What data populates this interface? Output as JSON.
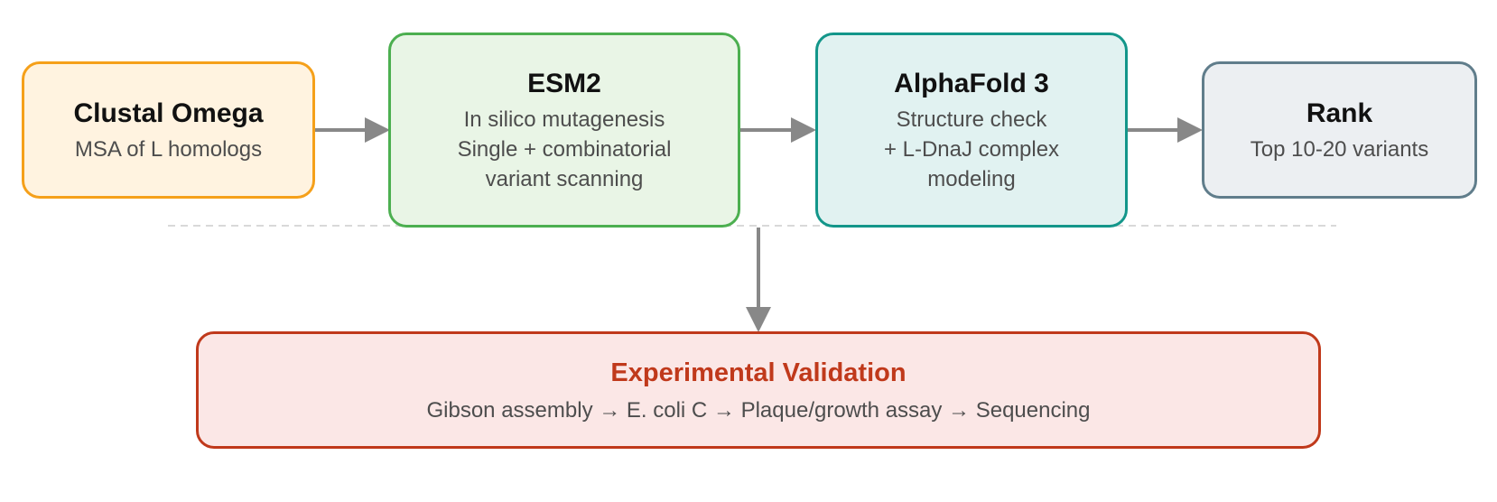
{
  "steps": [
    {
      "title": "Clustal Omega",
      "lines": [
        "MSA of L homologs"
      ]
    },
    {
      "title": "ESM2",
      "lines": [
        "In silico mutagenesis",
        "Single + combinatorial",
        "variant scanning"
      ]
    },
    {
      "title": "AlphaFold 3",
      "lines": [
        "Structure check",
        "+ L-DnaJ complex",
        "modeling"
      ]
    },
    {
      "title": "Rank",
      "lines": [
        "Top 10-20 variants"
      ]
    }
  ],
  "validation": {
    "title": "Experimental Validation",
    "detail": "Gibson assembly → E. coli C → Plaque/growth assay → Sequencing"
  },
  "colors": {
    "clustal_fill": "#fff3e0",
    "clustal_border": "#f5a01a",
    "esm2_fill": "#e9f5e6",
    "esm2_border": "#4caf50",
    "alphafold_fill": "#e1f2f1",
    "alphafold_border": "#13968a",
    "rank_fill": "#eceff2",
    "rank_border": "#607d8b",
    "validation_fill": "#fbe7e6",
    "validation_border": "#c0391b",
    "arrow": "#888888",
    "divider": "#d9d9d9"
  }
}
